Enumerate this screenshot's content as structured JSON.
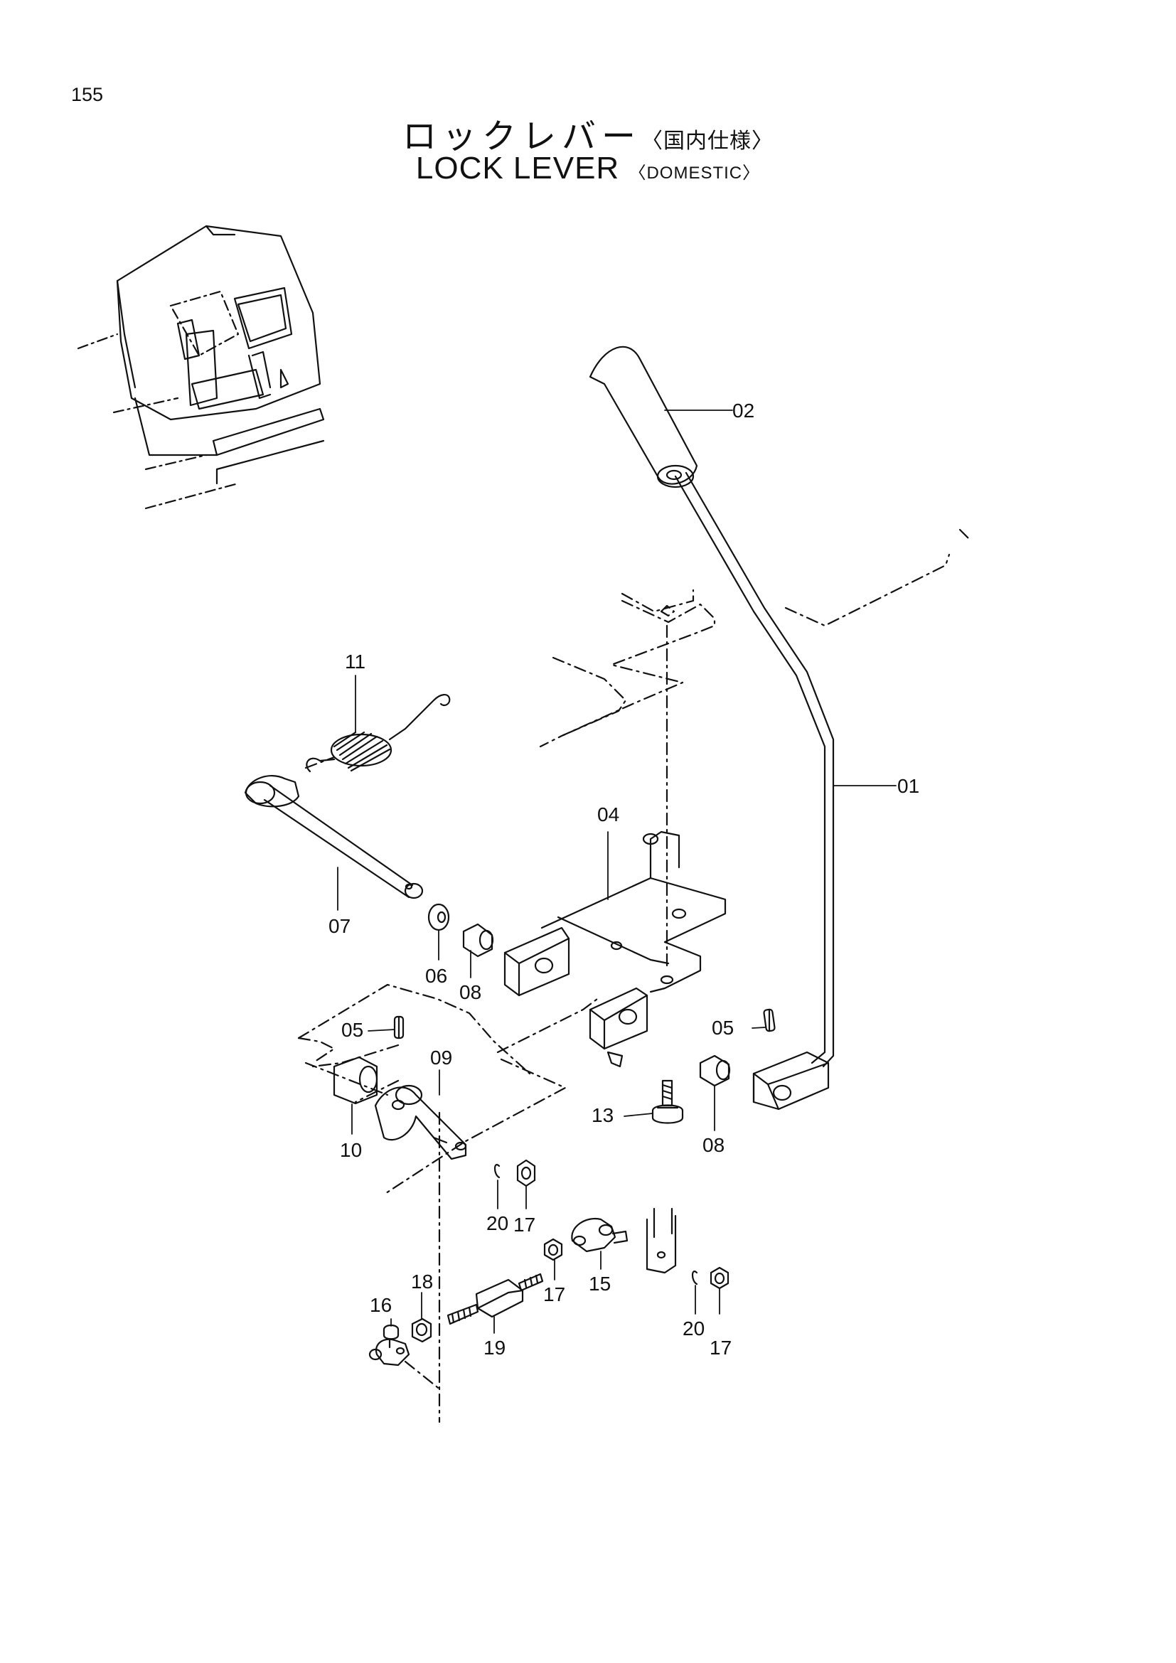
{
  "page": {
    "number": "155"
  },
  "title": {
    "jp_main": "ロックレバー",
    "jp_sub": "〈国内仕様〉",
    "en_main": "LOCK LEVER",
    "en_sub": "〈DOMESTIC〉"
  },
  "callouts": {
    "c01": "01",
    "c02": "02",
    "c04": "04",
    "c05a": "05",
    "c05b": "05",
    "c06": "06",
    "c07": "07",
    "c08a": "08",
    "c08b": "08",
    "c09": "09",
    "c10": "10",
    "c11": "11",
    "c13": "13",
    "c15": "15",
    "c16": "16",
    "c17a": "17",
    "c17b": "17",
    "c17c": "17",
    "c18": "18",
    "c19": "19",
    "c20a": "20",
    "c20b": "20"
  }
}
